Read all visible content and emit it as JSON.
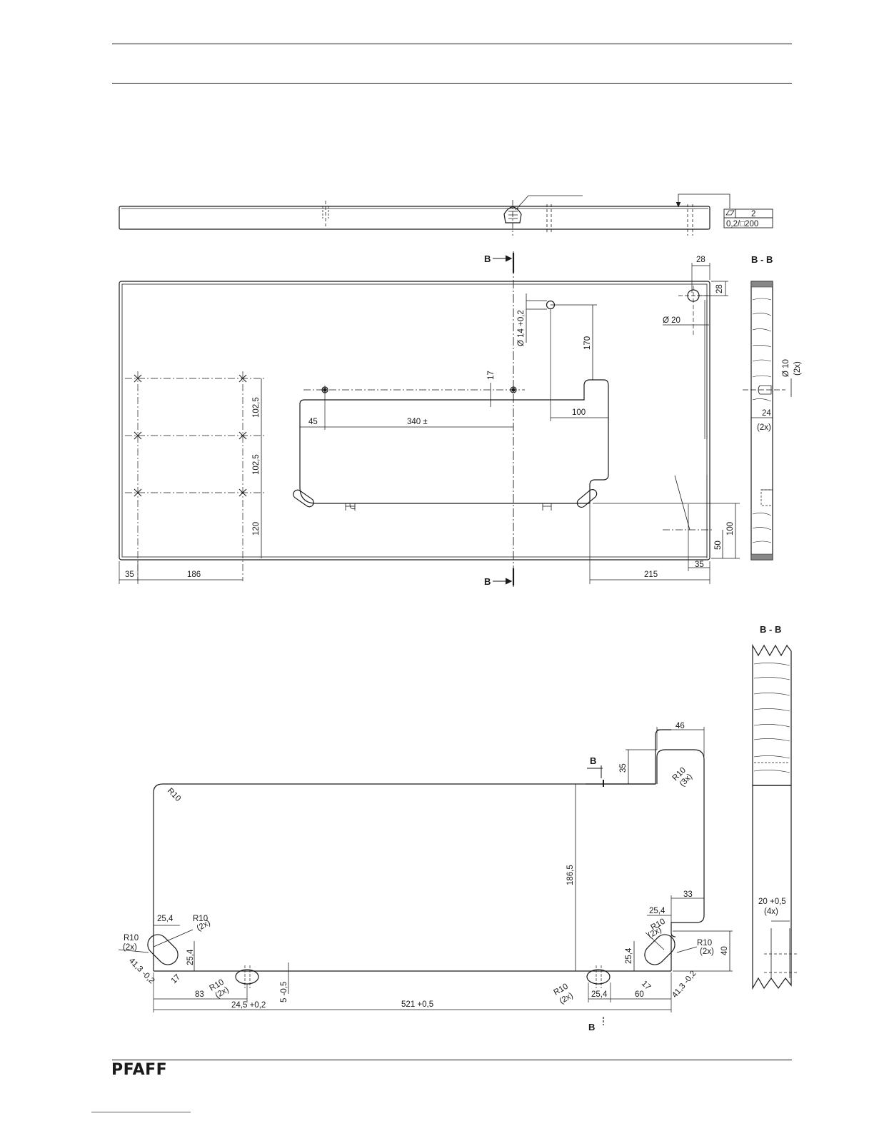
{
  "brand": "PFAFF",
  "upper_view": {
    "tolerance_box": {
      "flatness_value": "2",
      "per_area": "0,2/□200"
    },
    "section_marks": [
      "B",
      "B"
    ],
    "section_label": "B - B",
    "dims": {
      "d28_h": "28",
      "d28_v": "28",
      "dia20": "Ø 20",
      "dia14": "Ø 14 +0,2",
      "d170": "170",
      "d17": "17",
      "d100_slot": "100",
      "d45": "45",
      "d340": "340 ±",
      "d102_5_a": "102,5",
      "d102_5_b": "102,5",
      "d120": "120",
      "d35_left": "35",
      "d186": "186",
      "d215": "215",
      "d35_right": "35",
      "d50": "50",
      "d100_right": "100",
      "dia10": "Ø 10",
      "count_2x_a": "(2x)",
      "d24": "24",
      "count_2x_b": "(2x)"
    }
  },
  "lower_view": {
    "section_marks": [
      "B",
      "B"
    ],
    "section_label": "B - B",
    "dims": {
      "r10_corner": "R10",
      "d46": "46",
      "d35": "35",
      "r10_3x": "R10",
      "count_3x": "(3x)",
      "d186_5": "186,5",
      "d33": "33",
      "d25_4_top_r": "25,4",
      "r10_2x_r1": "R10",
      "count_2x_r1": "(2x)",
      "r10_2x_r2": "R10",
      "count_2x_r2": "(2x)",
      "d40": "40",
      "d25_4_v_r": "25,4",
      "d17_r": "17",
      "d41_3_r": "41,3 -0,2",
      "d60": "60",
      "d25_4_bot_r": "25,4",
      "r10_2x_r3": "R10",
      "count_2x_r3": "(2x)",
      "d521": "521  +0,5",
      "d5": "5 -0,5",
      "d24_5": "24,5 +0,2",
      "d83": "83",
      "r10_2x_l3": "R10",
      "count_2x_l3": "(2x)",
      "d25_4_top_l": "25,4",
      "r10_2x_l1": "R10",
      "count_2x_l1": "(2x)",
      "r10_2x_l2": "R10",
      "count_2x_l2": "(2x)",
      "d25_4_v_l": "25,4",
      "d41_3_l": "41,3 -0,2",
      "d17_l": "17",
      "d20": "20 +0,5",
      "count_4x": "(4x)"
    }
  }
}
